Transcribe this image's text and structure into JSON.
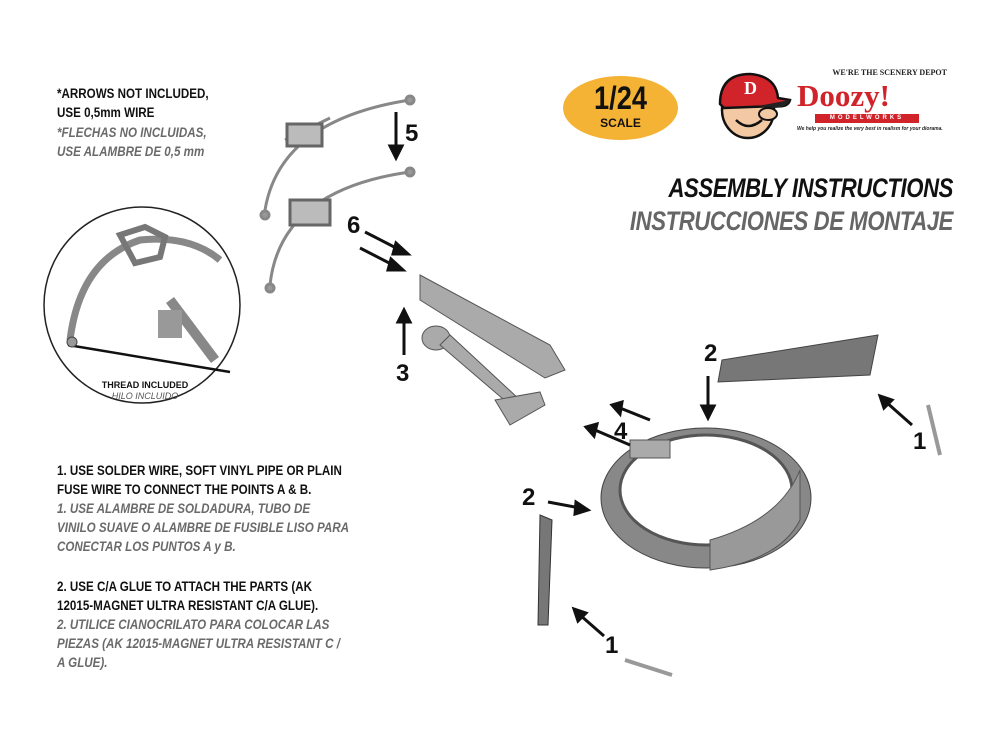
{
  "note": {
    "en": [
      "*ARROWS NOT INCLUDED,",
      "USE 0,5mm WIRE"
    ],
    "es": [
      "*FLECHAS NO INCLUIDAS,",
      "USE ALAMBRE DE 0,5 mm"
    ]
  },
  "scale_badge": {
    "value": "1/24",
    "label": "SCALE",
    "color": "#f5b335"
  },
  "brand": {
    "name": "Doozy!",
    "tagline_top": "WE'RE THE SCENERY DEPOT",
    "sub": "MODELWORKS",
    "slogan": "We help you realize the very best in realism for your diorama.",
    "mascot_letter": "D",
    "color": "#d1232a"
  },
  "title": {
    "en": "ASSEMBLY INSTRUCTIONS",
    "es": "INSTRUCCIONES DE MONTAJE"
  },
  "detail": {
    "en": "THREAD INCLUDED",
    "es": "HILO INCLUIDO"
  },
  "instructions": [
    {
      "en": [
        "1. USE SOLDER WIRE, SOFT VINYL PIPE OR PLAIN",
        "FUSE WIRE TO CONNECT THE POINTS A & B."
      ],
      "es": [
        "1. USE ALAMBRE DE SOLDADURA, TUBO DE",
        "VINILO SUAVE O ALAMBRE DE FUSIBLE LISO PARA",
        "CONECTAR LOS PUNTOS A y B."
      ]
    },
    {
      "en": [
        "2. USE C/A GLUE TO ATTACH THE PARTS (AK",
        "12015-MAGNET ULTRA RESISTANT C/A GLUE)."
      ],
      "es": [
        "2. UTILICE CIANOCRILATO PARA COLOCAR LAS",
        "PIEZAS (AK 12015-MAGNET ULTRA RESISTANT C /",
        "A GLUE)."
      ]
    }
  ],
  "steps": [
    "5",
    "6",
    "3",
    "2",
    "4",
    "2",
    "1",
    "1"
  ]
}
